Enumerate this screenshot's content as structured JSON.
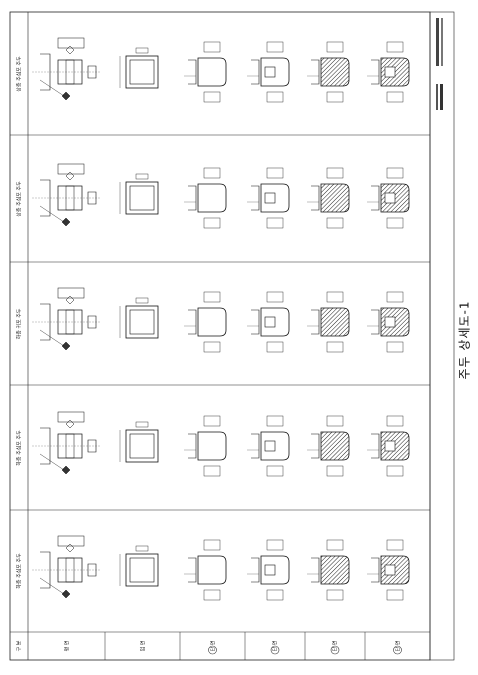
{
  "sheet_title": "주두 상세도-1",
  "header": {
    "corner_label": "구 분",
    "columns": [
      "평 면",
      "입 면",
      "단 면",
      "단 면",
      "단 면",
      "단 면"
    ]
  },
  "rows": [
    {
      "label": "상층 주심포 주두"
    },
    {
      "label": "상층 주심포 주두"
    },
    {
      "label": "하층 귀포 주두"
    },
    {
      "label": "하층 주심포 주두"
    },
    {
      "label": "하층 주심포 주두"
    }
  ]
}
